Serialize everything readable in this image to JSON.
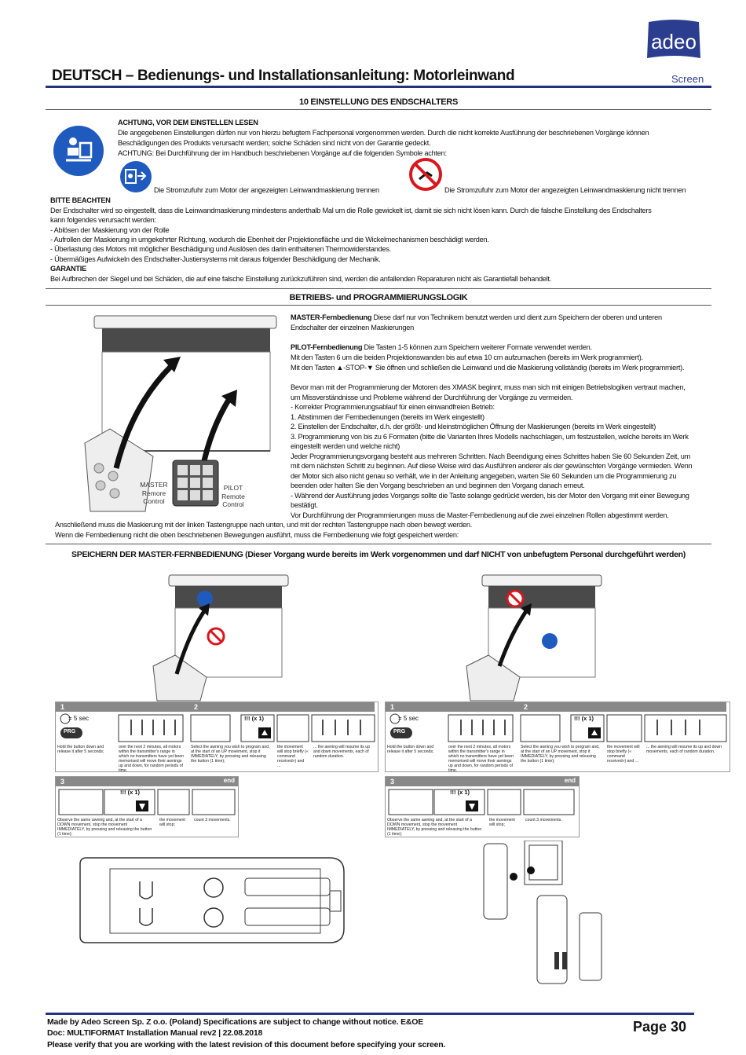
{
  "header": {
    "title": "DEUTSCH – Bedienungs- und Installationsanleitung: Motorleinwand",
    "logo_text": "adeo",
    "logo_sub": "Screen"
  },
  "section10": {
    "title": "10 EINSTELLUNG DES ENDSCHALTERS",
    "attention_heading": "ACHTUNG, VOR DEM EINSTELLEN LESEN",
    "attention_lines": [
      "Die angegebenen Einstellungen dürfen nur von hierzu befugtem Fachpersonal vorgenommen werden. Durch die nicht korrekte Ausführung der beschriebenen Vorgänge können",
      "Beschädigungen des Produkts verursacht werden; solche Schäden sind nicht von der Garantie gedeckt.",
      "ACHTUNG: Bei Durchführung der im Handbuch beschriebenen Vorgänge auf die folgenden Symbole achten:"
    ],
    "symbol1": "Die Stromzufuhr zum Motor der angezeigten Leinwandmaskierung trennen",
    "symbol2": "Die Stromzufuhr zum Motor der angezeigten Leinwandmaskierung nicht trennen",
    "note_heading": "BITTE BEACHTEN",
    "note_lines": [
      "Der Endschalter wird so eingestellt, dass die Leinwandmaskierung mindestens anderthalb Mal um die Rolle gewickelt ist, damit sie sich nicht lösen kann. Durch die falsche Einstellung des Endschalters",
      "kann folgendes verursacht werden:",
      "- Ablösen der Maskierung von der Rolle",
      "- Aufrollen der Maskierung in umgekehrter Richtung, wodurch die Ebenheit der Projektionsfläche und die Wickelmechanismen beschädigt werden.",
      "- Überlastung des Motors mit möglicher Beschädigung und Auslösen des darin enthaltenen Thermowiderstandes.",
      "- Übermäßiges Aufwickeln des Endschalter-Justiersystems mit daraus folgender Beschädigung der Mechanik."
    ],
    "warranty_heading": "GARANTIE",
    "warranty_text": "Bei Aufbrechen der Siegel und bei Schäden, die auf eine falsche Einstellung zurückzuführen sind, werden die anfallenden Reparaturen nicht als Garantiefall behandelt."
  },
  "logic": {
    "title": "BETRIEBS- und PROGRAMMIERUNGSLOGIK",
    "master_label": "MASTER-Fernbedienung",
    "master_text": " Diese darf nur von Technikern benutzt werden und dient zum Speichern der oberen und unteren",
    "master_text2": "Endschalter der einzelnen Maskierungen",
    "pilot_label": "PILOT-Fernbedienung",
    "pilot_text": " Die Tasten 1-5 können zum Speichern weiterer Formate verwendet werden.",
    "pilot_lines": [
      "Mit den Tasten 6 um die beiden Projektionswanden bis auf etwa 10 cm aufzumachen (bereits im Werk programmiert).",
      "Mit den Tasten ▲-STOP-▼ Sie öffnen und schließen die Leinwand und die Maskierung vollständig (bereits im Werk programmiert)."
    ],
    "body_lines": [
      "Bevor man mit der Programmierung der Motoren des XMASK beginnt, muss man sich mit einigen Betriebslogiken vertraut machen,",
      "um Missverständnisse und Probleme während der Durchführung der Vorgänge zu vermeiden.",
      "- Korrekter Programmierungsablauf für einen einwandfreien Betrieb:",
      "1. Abstimmen der Fernbedienungen (bereits im Werk eingestellt)",
      "2. Einstellen der Endschalter, d.h. der größt- und kleinstmöglichen Öffnung der Maskierungen (bereits im Werk eingestellt)",
      "3. Programmierung von bis zu 6 Formaten (bitte die Varianten Ihres Modells nachschlagen, um festzustellen, welche bereits im Werk",
      "eingestellt werden und welche nicht)",
      "Jeder Programmierungsvorgang besteht aus mehreren Schritten. Nach Beendigung eines Schrittes haben Sie 60 Sekunden Zeit, um",
      "mit dem nächsten Schritt zu beginnen. Auf diese Weise wird das Ausführen anderer als der gewünschten Vorgänge vermieden. Wenn",
      "der Motor sich also nicht genau so verhält, wie in der Anleitung angegeben, warten Sie 60 Sekunden um die Programmierung zu",
      "beenden oder halten Sie den Vorgang beschrieben an und beginnen den Vorgang danach erneut.",
      "- Während der Ausführung jedes Vorgangs sollte die Taste solange gedrückt werden, bis der Motor den Vorgang mit einer Bewegung",
      "bestätigt.",
      "Vor Durchführung der Programmierungen muss die Master-Fernbedienung auf die zwei einzelnen Rollen abgestimmt werden."
    ],
    "wide_lines": [
      "Anschließend muss die Maskierung mit der linken Tastengruppe nach unten, und mit der rechten Tastengruppe nach oben bewegt werden.",
      "Wenn die Fernbedienung nicht die oben beschriebenen Bewegungen ausführt, muss die Fernbedienung wie folgt gespeichert werden:"
    ],
    "master_remote": "MASTER\nRemore\nControl",
    "pilot_remote": "PILOT\nRemote\nControl"
  },
  "store": {
    "title": "SPEICHERN DER MASTER-FERNBEDIENUNG (Dieser Vorgang wurde bereits im Werk vorgenommen und darf NICHT von unbefugtem Personal durchgeführt werden)",
    "step1": "1",
    "step2": "2",
    "step3": "3",
    "end": "end",
    "timer": "= 5 sec",
    "prg": "PRG",
    "x1": "!!! (x 1)",
    "cap1": "Hold the button down and release it after 5 seconds;",
    "cap2": "over the next 2 minutes, all motors within the transmitter's range in which no transmitters have yet been memorised will move their awnings up and down, for random periods of time.",
    "cap3": "Select the awning you wish to program and, at the start of an UP movement, stop it IMMEDIATELY, by pressing and releasing the button (1 time);",
    "cap4": "the movement will stop briefly (« command received») and ...",
    "cap5": "... the awning will resume its up and down movements, each of random duration.",
    "cap6": "Observe the same awning and, at the start of a DOWN movement, stop the movement IMMEDIATELY, by pressing and releasing the button (1 time);",
    "cap7": "the movement will stop;",
    "cap8": "count 3 movements."
  },
  "footer": {
    "line1": "Made by Adeo Screen Sp. Z o.o. (Poland) Specifications are subject to change without notice. E&OE",
    "line2": "Doc: MULTIFORMAT Installation Manual rev2 | 22.08.2018",
    "line3": "Please verify that you are working with the latest revision of this document before specifying your screen.",
    "page": "Page 30"
  },
  "colors": {
    "navy": "#24337f",
    "blue_icon": "#1f5bbf",
    "red": "#d8161c"
  }
}
